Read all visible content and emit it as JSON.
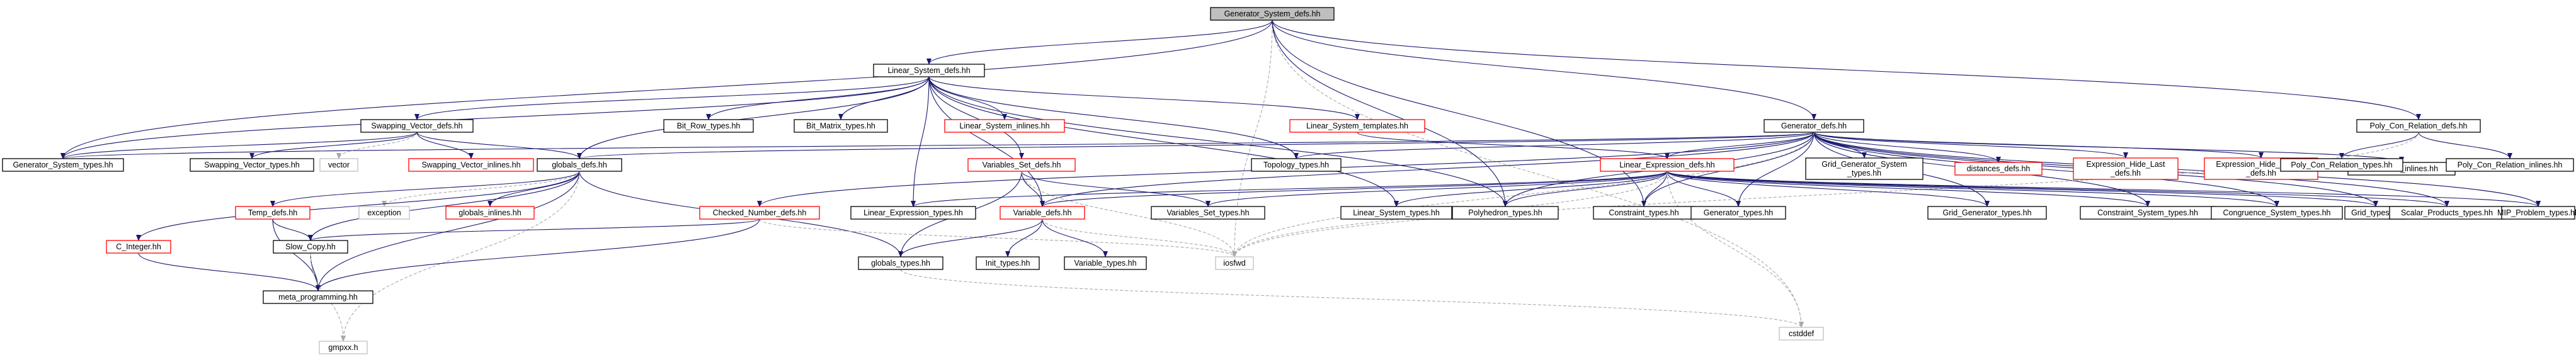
{
  "colors": {
    "background": "#ffffff",
    "focus_fill": "#bfbfbf",
    "node_fill": "#ffffff",
    "node_border": "#000000",
    "red_border": "#ff0000",
    "missing_border": "#bfbfbf",
    "edge_solid": "#191970",
    "edge_dashed": "#a9a9a9",
    "text": "#000000"
  },
  "nodes": [
    {
      "id": "n0",
      "label": "Generator_System_defs.hh",
      "kind": "focus"
    },
    {
      "id": "n1",
      "label": "Linear_System_defs.hh",
      "kind": "normal"
    },
    {
      "id": "n2",
      "label": "Generator_defs.hh",
      "kind": "normal"
    },
    {
      "id": "n3",
      "label": "Poly_Con_Relation_defs.hh",
      "kind": "normal"
    },
    {
      "id": "n4",
      "label": "Swapping_Vector_defs.hh",
      "kind": "normal"
    },
    {
      "id": "n5",
      "label": "Bit_Row_types.hh",
      "kind": "normal"
    },
    {
      "id": "n6",
      "label": "Bit_Matrix_types.hh",
      "kind": "normal"
    },
    {
      "id": "n7",
      "label": "Linear_System_inlines.hh",
      "kind": "red"
    },
    {
      "id": "n8",
      "label": "Linear_System_templates.hh",
      "kind": "red"
    },
    {
      "id": "n9",
      "label": "Generator_System_types.hh",
      "kind": "normal"
    },
    {
      "id": "n10",
      "label": "Swapping_Vector_types.hh",
      "kind": "normal"
    },
    {
      "id": "n11",
      "label": "vector",
      "kind": "missing"
    },
    {
      "id": "n12",
      "label": "Swapping_Vector_inlines.hh",
      "kind": "red"
    },
    {
      "id": "n13",
      "label": "globals_defs.hh",
      "kind": "normal"
    },
    {
      "id": "n14",
      "label": "Topology_types.hh",
      "kind": "normal"
    },
    {
      "id": "n15",
      "label": "Variables_Set_defs.hh",
      "kind": "red"
    },
    {
      "id": "n16",
      "label": "Linear_Expression_defs.hh",
      "kind": "red"
    },
    {
      "id": "n17",
      "label": "Grid_Generator_System\n_types.hh",
      "kind": "normal"
    },
    {
      "id": "n18",
      "label": "distances_defs.hh",
      "kind": "red"
    },
    {
      "id": "n19",
      "label": "Expression_Hide_Last\n_defs.hh",
      "kind": "red"
    },
    {
      "id": "n20",
      "label": "Expression_Hide_Inhomo\n_defs.hh",
      "kind": "red"
    },
    {
      "id": "n21",
      "label": "Generator_inlines.hh",
      "kind": "normal"
    },
    {
      "id": "n22",
      "label": "Poly_Con_Relation_types.hh",
      "kind": "normal"
    },
    {
      "id": "n23",
      "label": "Poly_Con_Relation_inlines.hh",
      "kind": "normal"
    },
    {
      "id": "n24",
      "label": "exception",
      "kind": "missing"
    },
    {
      "id": "n25",
      "label": "globals_inlines.hh",
      "kind": "red"
    },
    {
      "id": "n26",
      "label": "Temp_defs.hh",
      "kind": "red"
    },
    {
      "id": "n27",
      "label": "C_Integer.hh",
      "kind": "red"
    },
    {
      "id": "n28",
      "label": "Checked_Number_defs.hh",
      "kind": "red"
    },
    {
      "id": "n29",
      "label": "Linear_Expression_types.hh",
      "kind": "normal"
    },
    {
      "id": "n30",
      "label": "Variable_defs.hh",
      "kind": "red"
    },
    {
      "id": "n31",
      "label": "Variables_Set_types.hh",
      "kind": "normal"
    },
    {
      "id": "n32",
      "label": "Linear_System_types.hh",
      "kind": "normal"
    },
    {
      "id": "n33",
      "label": "Polyhedron_types.hh",
      "kind": "normal"
    },
    {
      "id": "n34",
      "label": "Constraint_types.hh",
      "kind": "normal"
    },
    {
      "id": "n35",
      "label": "Generator_types.hh",
      "kind": "normal"
    },
    {
      "id": "n36",
      "label": "Grid_Generator_types.hh",
      "kind": "normal"
    },
    {
      "id": "n37",
      "label": "Constraint_System_types.hh",
      "kind": "normal"
    },
    {
      "id": "n38",
      "label": "Congruence_System_types.hh",
      "kind": "normal"
    },
    {
      "id": "n39",
      "label": "Grid_types.hh",
      "kind": "normal"
    },
    {
      "id": "n40",
      "label": "Scalar_Products_types.hh",
      "kind": "normal"
    },
    {
      "id": "n41",
      "label": "MIP_Problem_types.hh",
      "kind": "normal"
    },
    {
      "id": "n42",
      "label": "Slow_Copy.hh",
      "kind": "normal"
    },
    {
      "id": "n43",
      "label": "globals_types.hh",
      "kind": "normal"
    },
    {
      "id": "n44",
      "label": "Init_types.hh",
      "kind": "normal"
    },
    {
      "id": "n45",
      "label": "Variable_types.hh",
      "kind": "normal"
    },
    {
      "id": "n46",
      "label": "iosfwd",
      "kind": "missing"
    },
    {
      "id": "n47",
      "label": "meta_programming.hh",
      "kind": "normal"
    },
    {
      "id": "n48",
      "label": "cstddef",
      "kind": "missing"
    },
    {
      "id": "n49",
      "label": "gmpxx.h",
      "kind": "missing"
    }
  ],
  "edges": [
    {
      "from": "n0",
      "to": "n1"
    },
    {
      "from": "n0",
      "to": "n2"
    },
    {
      "from": "n0",
      "to": "n3"
    },
    {
      "from": "n0",
      "to": "n9"
    },
    {
      "from": "n0",
      "to": "n46"
    },
    {
      "from": "n0",
      "to": "n48"
    },
    {
      "from": "n0",
      "to": "n33"
    },
    {
      "from": "n0",
      "to": "n34"
    },
    {
      "from": "n1",
      "to": "n4"
    },
    {
      "from": "n1",
      "to": "n5"
    },
    {
      "from": "n1",
      "to": "n6"
    },
    {
      "from": "n1",
      "to": "n7"
    },
    {
      "from": "n1",
      "to": "n8"
    },
    {
      "from": "n1",
      "to": "n9"
    },
    {
      "from": "n1",
      "to": "n13"
    },
    {
      "from": "n1",
      "to": "n14"
    },
    {
      "from": "n1",
      "to": "n15"
    },
    {
      "from": "n1",
      "to": "n29"
    },
    {
      "from": "n1",
      "to": "n30"
    },
    {
      "from": "n1",
      "to": "n32"
    },
    {
      "from": "n1",
      "to": "n33"
    },
    {
      "from": "n2",
      "to": "n9"
    },
    {
      "from": "n2",
      "to": "n13"
    },
    {
      "from": "n2",
      "to": "n14"
    },
    {
      "from": "n2",
      "to": "n16"
    },
    {
      "from": "n2",
      "to": "n17"
    },
    {
      "from": "n2",
      "to": "n18"
    },
    {
      "from": "n2",
      "to": "n19"
    },
    {
      "from": "n2",
      "to": "n20"
    },
    {
      "from": "n2",
      "to": "n21"
    },
    {
      "from": "n2",
      "to": "n28"
    },
    {
      "from": "n2",
      "to": "n30"
    },
    {
      "from": "n2",
      "to": "n33"
    },
    {
      "from": "n2",
      "to": "n34"
    },
    {
      "from": "n2",
      "to": "n35"
    },
    {
      "from": "n2",
      "to": "n36"
    },
    {
      "from": "n2",
      "to": "n37"
    },
    {
      "from": "n2",
      "to": "n38"
    },
    {
      "from": "n2",
      "to": "n39"
    },
    {
      "from": "n2",
      "to": "n40"
    },
    {
      "from": "n2",
      "to": "n41"
    },
    {
      "from": "n2",
      "to": "n46"
    },
    {
      "from": "n3",
      "to": "n22"
    },
    {
      "from": "n3",
      "to": "n23"
    },
    {
      "from": "n3",
      "to": "n46"
    },
    {
      "from": "n4",
      "to": "n9"
    },
    {
      "from": "n4",
      "to": "n10"
    },
    {
      "from": "n4",
      "to": "n11"
    },
    {
      "from": "n4",
      "to": "n12"
    },
    {
      "from": "n4",
      "to": "n13"
    },
    {
      "from": "n8",
      "to": "n16"
    },
    {
      "from": "n13",
      "to": "n24"
    },
    {
      "from": "n13",
      "to": "n25"
    },
    {
      "from": "n13",
      "to": "n26"
    },
    {
      "from": "n13",
      "to": "n27"
    },
    {
      "from": "n13",
      "to": "n42"
    },
    {
      "from": "n13",
      "to": "n43"
    },
    {
      "from": "n13",
      "to": "n47"
    },
    {
      "from": "n13",
      "to": "n49"
    },
    {
      "from": "n15",
      "to": "n30"
    },
    {
      "from": "n15",
      "to": "n31"
    },
    {
      "from": "n15",
      "to": "n43"
    },
    {
      "from": "n15",
      "to": "n46"
    },
    {
      "from": "n16",
      "to": "n29"
    },
    {
      "from": "n16",
      "to": "n30"
    },
    {
      "from": "n16",
      "to": "n31"
    },
    {
      "from": "n16",
      "to": "n32"
    },
    {
      "from": "n16",
      "to": "n33"
    },
    {
      "from": "n16",
      "to": "n34"
    },
    {
      "from": "n16",
      "to": "n35"
    },
    {
      "from": "n16",
      "to": "n36"
    },
    {
      "from": "n16",
      "to": "n37"
    },
    {
      "from": "n16",
      "to": "n38"
    },
    {
      "from": "n16",
      "to": "n39"
    },
    {
      "from": "n16",
      "to": "n40"
    },
    {
      "from": "n16",
      "to": "n41"
    },
    {
      "from": "n16",
      "to": "n46"
    },
    {
      "from": "n16",
      "to": "n48"
    },
    {
      "from": "n26",
      "to": "n42"
    },
    {
      "from": "n26",
      "to": "n47"
    },
    {
      "from": "n27",
      "to": "n47"
    },
    {
      "from": "n28",
      "to": "n42"
    },
    {
      "from": "n28",
      "to": "n47"
    },
    {
      "from": "n28",
      "to": "n46"
    },
    {
      "from": "n30",
      "to": "n43"
    },
    {
      "from": "n30",
      "to": "n44"
    },
    {
      "from": "n30",
      "to": "n45"
    },
    {
      "from": "n30",
      "to": "n46"
    },
    {
      "from": "n42",
      "to": "n47"
    },
    {
      "from": "n42",
      "to": "n49"
    },
    {
      "from": "n43",
      "to": "n48"
    }
  ]
}
